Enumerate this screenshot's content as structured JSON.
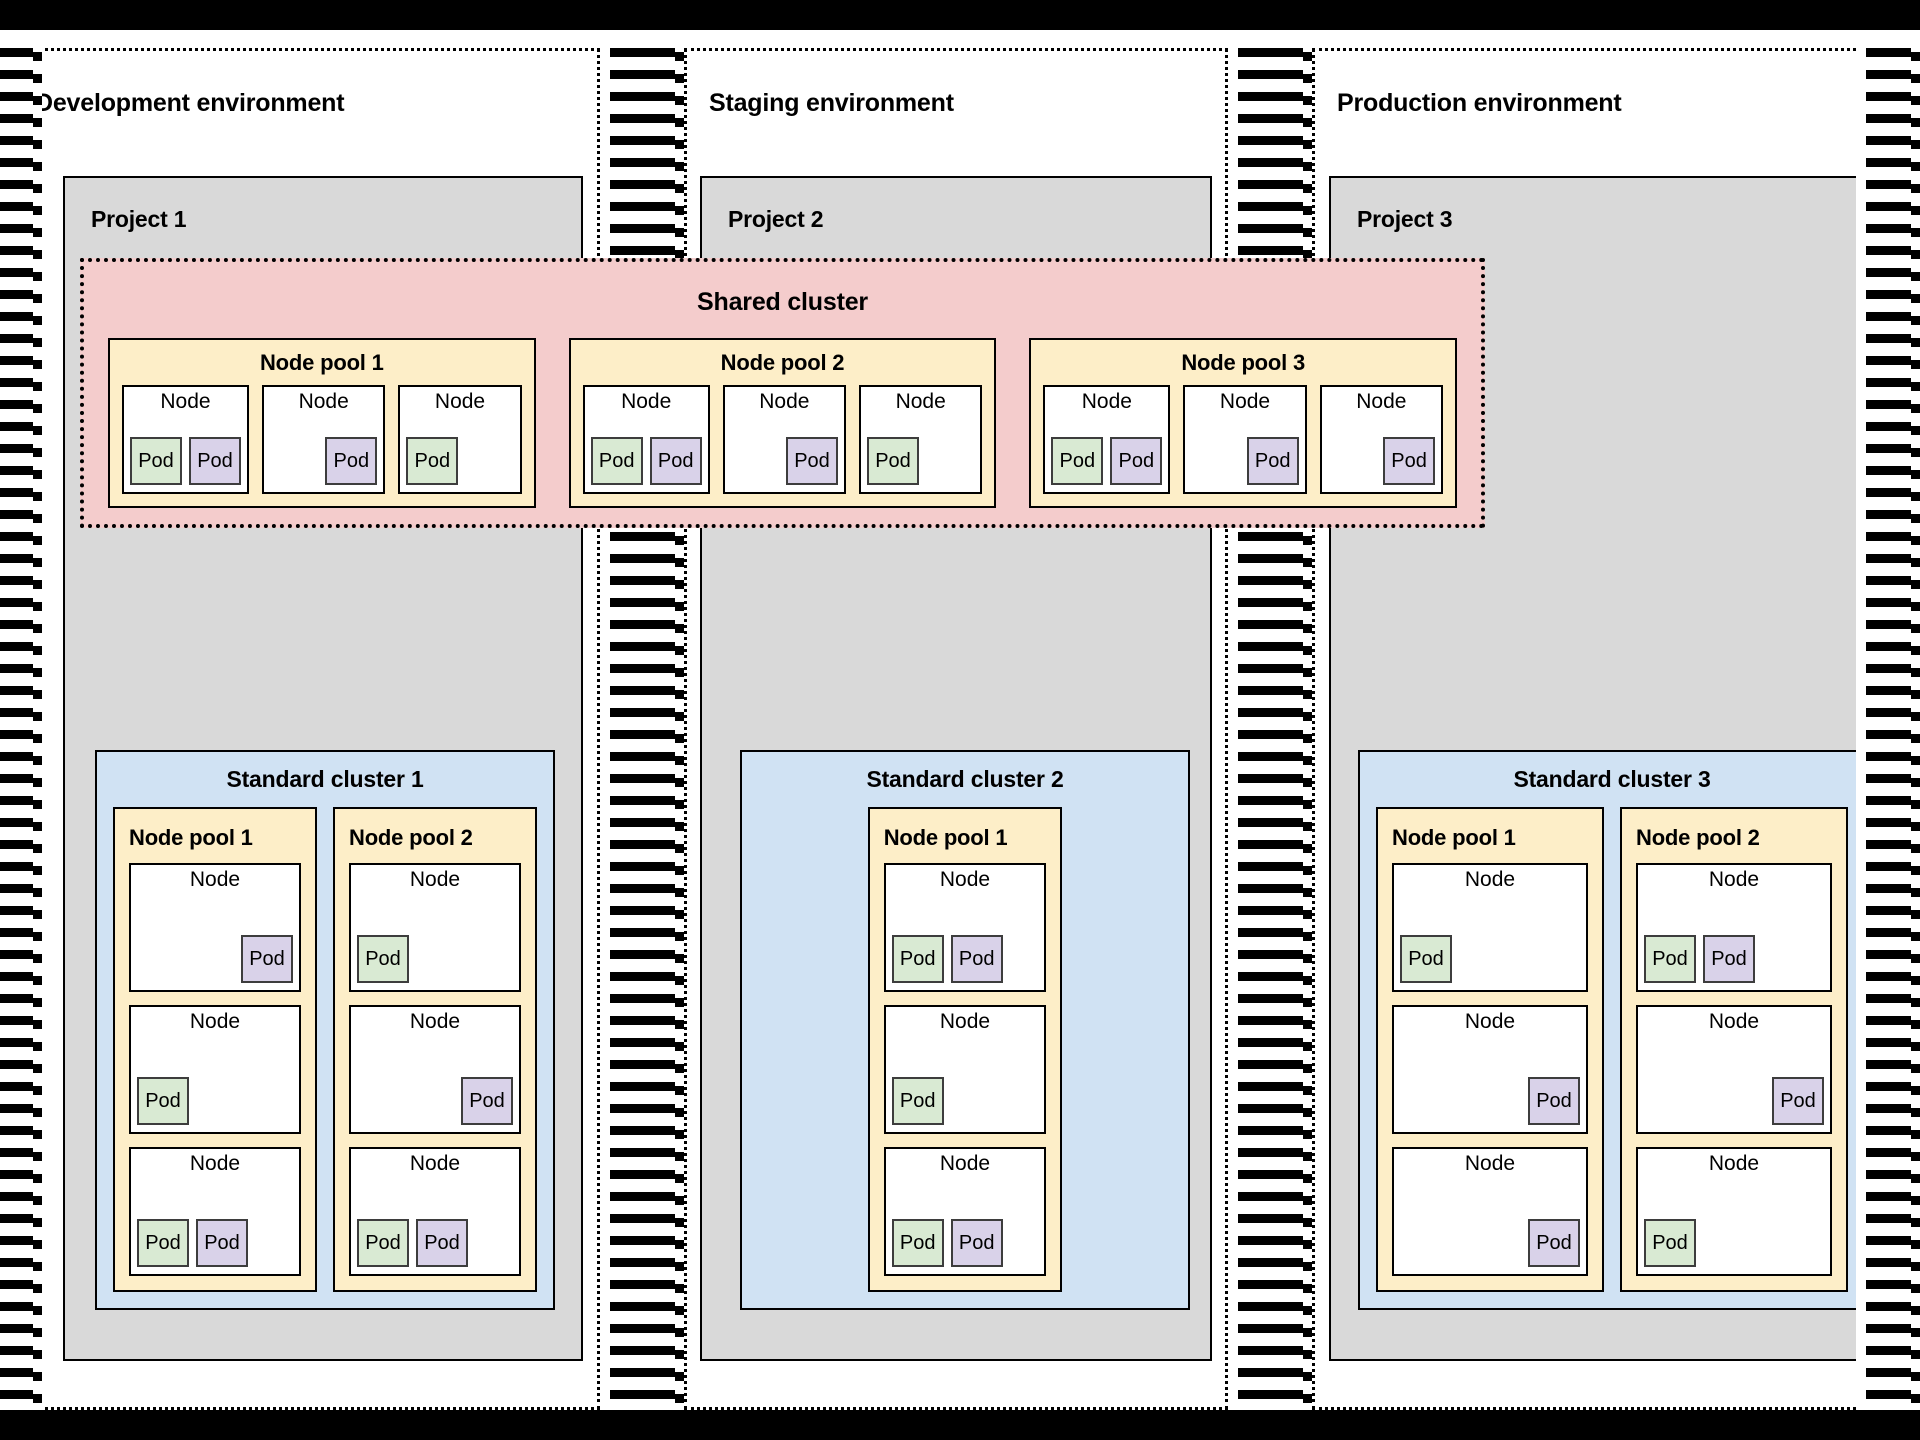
{
  "colors": {
    "project_fill": "#d9d9d9",
    "shared_cluster_fill": "#f4cccc",
    "standard_cluster_fill": "#d0e2f3",
    "node_pool_fill": "#fdeec8",
    "node_fill": "#ffffff",
    "pod_green": "#d9ead3",
    "pod_purple": "#d9d2e9",
    "outline": "#000000"
  },
  "labels": {
    "node": "Node",
    "pod": "Pod"
  },
  "environments": [
    {
      "title": "Development environment",
      "project": {
        "title": "Project 1"
      },
      "standard_cluster": {
        "title": "Standard cluster 1",
        "node_pools": [
          {
            "title": "Node pool 1",
            "nodes": [
              {
                "label": "Node",
                "align": "right",
                "pods": [
                  {
                    "label": "Pod",
                    "color": "purple"
                  }
                ]
              },
              {
                "label": "Node",
                "align": "left",
                "pods": [
                  {
                    "label": "Pod",
                    "color": "green"
                  }
                ]
              },
              {
                "label": "Node",
                "align": "left",
                "pods": [
                  {
                    "label": "Pod",
                    "color": "green"
                  },
                  {
                    "label": "Pod",
                    "color": "purple"
                  }
                ]
              }
            ]
          },
          {
            "title": "Node pool 2",
            "nodes": [
              {
                "label": "Node",
                "align": "left",
                "pods": [
                  {
                    "label": "Pod",
                    "color": "green"
                  }
                ]
              },
              {
                "label": "Node",
                "align": "right",
                "pods": [
                  {
                    "label": "Pod",
                    "color": "purple"
                  }
                ]
              },
              {
                "label": "Node",
                "align": "left",
                "pods": [
                  {
                    "label": "Pod",
                    "color": "green"
                  },
                  {
                    "label": "Pod",
                    "color": "purple"
                  }
                ]
              }
            ]
          }
        ]
      }
    },
    {
      "title": "Staging environment",
      "project": {
        "title": "Project 2"
      },
      "standard_cluster": {
        "title": "Standard cluster 2",
        "node_pools": [
          {
            "title": "Node pool 1",
            "nodes": [
              {
                "label": "Node",
                "align": "left",
                "pods": [
                  {
                    "label": "Pod",
                    "color": "green"
                  },
                  {
                    "label": "Pod",
                    "color": "purple"
                  }
                ]
              },
              {
                "label": "Node",
                "align": "left",
                "pods": [
                  {
                    "label": "Pod",
                    "color": "green"
                  }
                ]
              },
              {
                "label": "Node",
                "align": "left",
                "pods": [
                  {
                    "label": "Pod",
                    "color": "green"
                  },
                  {
                    "label": "Pod",
                    "color": "purple"
                  }
                ]
              }
            ]
          }
        ]
      }
    },
    {
      "title": "Production environment",
      "project": {
        "title": "Project 3"
      },
      "standard_cluster": {
        "title": "Standard cluster 3",
        "node_pools": [
          {
            "title": "Node pool 1",
            "nodes": [
              {
                "label": "Node",
                "align": "left",
                "pods": [
                  {
                    "label": "Pod",
                    "color": "green"
                  }
                ]
              },
              {
                "label": "Node",
                "align": "right",
                "pods": [
                  {
                    "label": "Pod",
                    "color": "purple"
                  }
                ]
              },
              {
                "label": "Node",
                "align": "right",
                "pods": [
                  {
                    "label": "Pod",
                    "color": "purple"
                  }
                ]
              }
            ]
          },
          {
            "title": "Node pool 2",
            "nodes": [
              {
                "label": "Node",
                "align": "left",
                "pods": [
                  {
                    "label": "Pod",
                    "color": "green"
                  },
                  {
                    "label": "Pod",
                    "color": "purple"
                  }
                ]
              },
              {
                "label": "Node",
                "align": "right",
                "pods": [
                  {
                    "label": "Pod",
                    "color": "purple"
                  }
                ]
              },
              {
                "label": "Node",
                "align": "left",
                "pods": [
                  {
                    "label": "Pod",
                    "color": "green"
                  }
                ]
              }
            ]
          }
        ]
      }
    }
  ],
  "shared_cluster": {
    "title": "Shared cluster",
    "node_pools": [
      {
        "title": "Node pool 1",
        "nodes": [
          {
            "label": "Node",
            "align": "left",
            "pods": [
              {
                "label": "Pod",
                "color": "green"
              },
              {
                "label": "Pod",
                "color": "purple"
              }
            ]
          },
          {
            "label": "Node",
            "align": "right",
            "pods": [
              {
                "label": "Pod",
                "color": "purple"
              }
            ]
          },
          {
            "label": "Node",
            "align": "left",
            "pods": [
              {
                "label": "Pod",
                "color": "green"
              }
            ]
          }
        ]
      },
      {
        "title": "Node pool 2",
        "nodes": [
          {
            "label": "Node",
            "align": "left",
            "pods": [
              {
                "label": "Pod",
                "color": "green"
              },
              {
                "label": "Pod",
                "color": "purple"
              }
            ]
          },
          {
            "label": "Node",
            "align": "right",
            "pods": [
              {
                "label": "Pod",
                "color": "purple"
              }
            ]
          },
          {
            "label": "Node",
            "align": "left",
            "pods": [
              {
                "label": "Pod",
                "color": "green"
              }
            ]
          }
        ]
      },
      {
        "title": "Node pool 3",
        "nodes": [
          {
            "label": "Node",
            "align": "left",
            "pods": [
              {
                "label": "Pod",
                "color": "green"
              },
              {
                "label": "Pod",
                "color": "purple"
              }
            ]
          },
          {
            "label": "Node",
            "align": "right",
            "pods": [
              {
                "label": "Pod",
                "color": "purple"
              }
            ]
          },
          {
            "label": "Node",
            "align": "right",
            "pods": [
              {
                "label": "Pod",
                "color": "purple"
              }
            ]
          }
        ]
      }
    ]
  }
}
